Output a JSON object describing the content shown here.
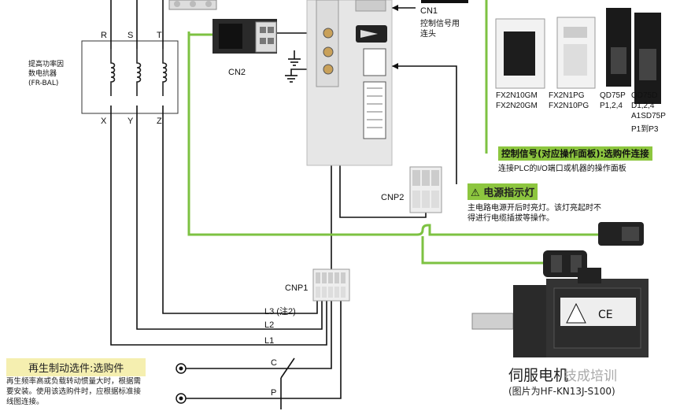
{
  "reactor": {
    "phase_top": [
      "R",
      "S",
      "T"
    ],
    "phase_bottom": [
      "X",
      "Y",
      "Z"
    ],
    "name": "提高功率因\n数电抗器\n(FR-BAL)"
  },
  "connectors": {
    "cn1_label": "CN1",
    "cn1_desc_line1": "控制信号用",
    "cn1_desc_line2": "连头",
    "cn2_label": "CN2",
    "cnp1_label": "CNP1",
    "cnp2_label": "CNP2"
  },
  "lines": {
    "l3": "L3 (注2)",
    "l2": "L2",
    "l1": "L1",
    "c": "C",
    "p": "P"
  },
  "plc": [
    {
      "line1": "FX2N10GM",
      "line2": "FX2N20GM"
    },
    {
      "line1": "FX2N1PG",
      "line2": "FX2N10PG"
    },
    {
      "line1": "QD75P",
      "line2": "P1,2,4"
    },
    {
      "line1": "QD75D",
      "line2": "D1,2,4",
      "line3": "A1SD75P",
      "line4": "P1到P3"
    }
  ],
  "control_signal": {
    "title": "控制信号(对应操作面板):选购件连接",
    "desc": "连接PLC的I/O端口或机器的操作面板"
  },
  "power_indicator": {
    "icon": "warning-icon",
    "title": "电源指示灯",
    "desc_line1": "主电路电源开后时亮灯。该灯亮起时不",
    "desc_line2": "得进行电缆插拔等操作。"
  },
  "regen": {
    "title": "再生制动选件:选购件",
    "desc_line1": "再生频率高或负载转动惯量大时，根据需",
    "desc_line2": "要安装。使用该选购件时，应根据标准接",
    "desc_line3": "线图连接。"
  },
  "servo": {
    "caption": "伺服电机",
    "model": "(图片为HF-KN13J-S100)",
    "watermark": "技成培训"
  },
  "colors": {
    "green_wire": "#7dc242",
    "label_green": "#8dc63f",
    "regen_bg": "#f5efb0"
  }
}
